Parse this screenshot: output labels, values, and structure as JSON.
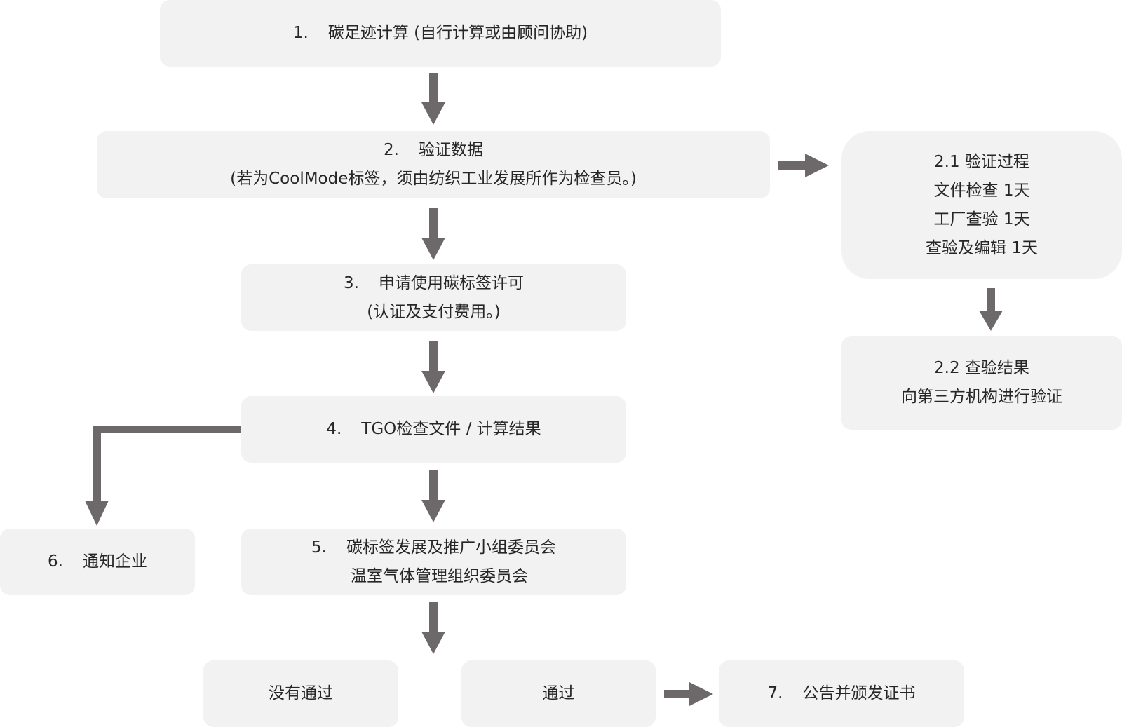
{
  "steps": {
    "s1": {
      "num": "1.",
      "text": "碳足迹计算 (自行计算或由顾问协助)"
    },
    "s2": {
      "num": "2.",
      "title": "验证数据",
      "note": "(若为CoolMode标签，须由纺织工业发展所作为检查员。)"
    },
    "s2_1": {
      "title": "2.1 验证过程",
      "line1": "文件检查 1天",
      "line2": "工厂查验 1天",
      "line3": "查验及编辑 1天"
    },
    "s2_2": {
      "title": "2.2 查验结果",
      "line1": "向第三方机构进行验证"
    },
    "s3": {
      "num": "3.",
      "title": "申请使用碳标签许可",
      "note": "(认证及支付费用。)"
    },
    "s4": {
      "num": "4.",
      "text": "TGO检查文件 / 计算结果"
    },
    "s5": {
      "num": "5.",
      "line1": "碳标签发展及推广小组委员会",
      "line2": "温室气体管理组织委员会"
    },
    "s6": {
      "num": "6.",
      "text": "通知企业"
    },
    "fail": {
      "text": "没有通过"
    },
    "pass": {
      "text": "通过"
    },
    "s7": {
      "num": "7.",
      "text": "公告并颁发证书"
    }
  },
  "colors": {
    "box_fill": "#f2f2f2",
    "arrow": "#6d6869",
    "text": "#262626"
  }
}
